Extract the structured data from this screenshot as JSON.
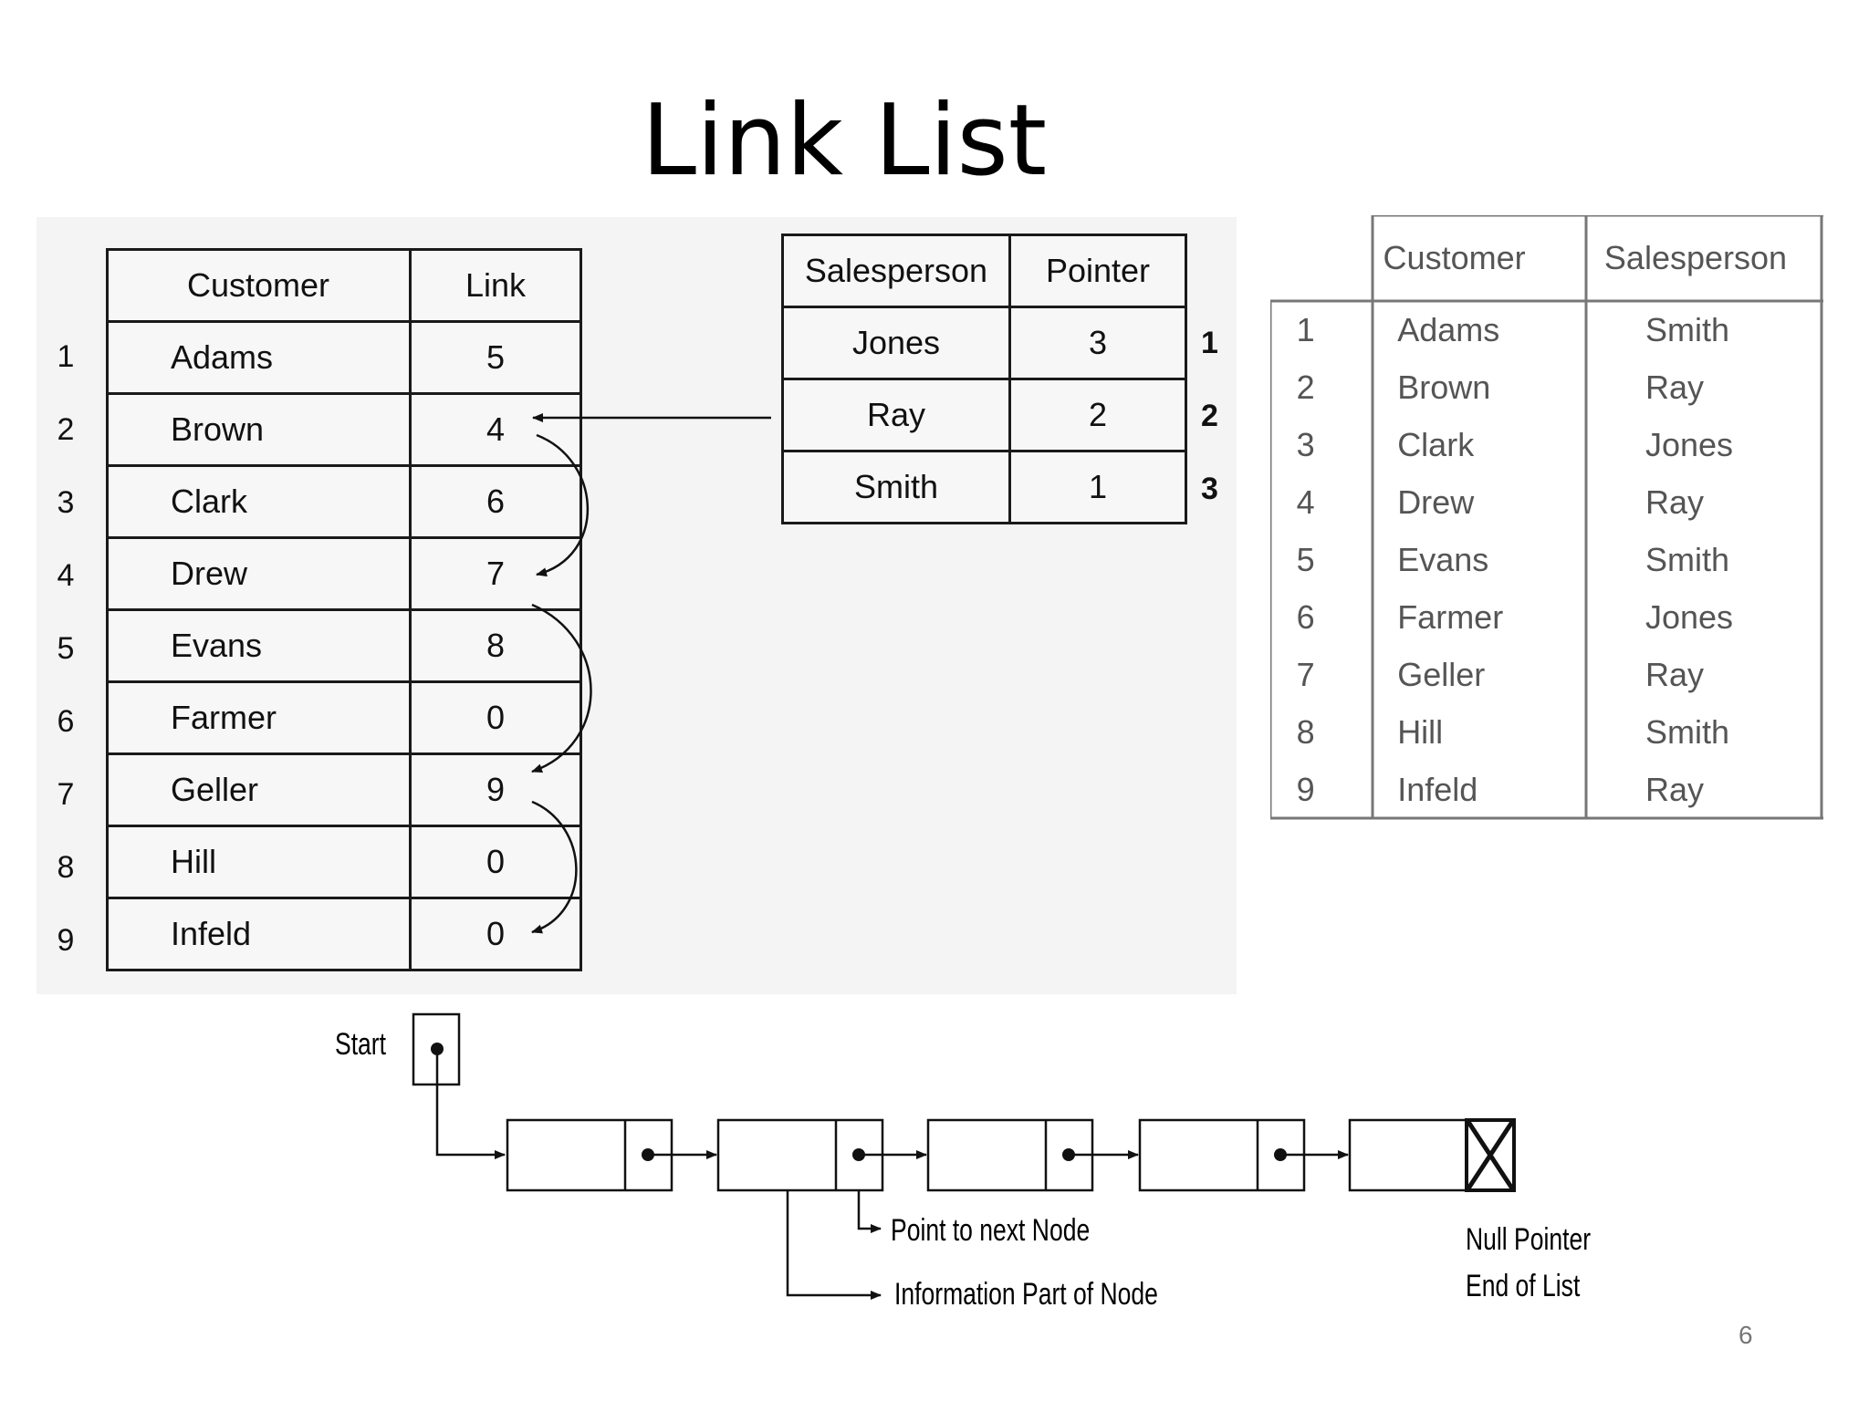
{
  "slide": {
    "title": "Link List",
    "page_number": "6"
  },
  "customer_link_table": {
    "headers": [
      "Customer",
      "Link"
    ],
    "rows": [
      {
        "num": "1",
        "customer": "Adams",
        "link": "5"
      },
      {
        "num": "2",
        "customer": "Brown",
        "link": "4"
      },
      {
        "num": "3",
        "customer": "Clark",
        "link": "6"
      },
      {
        "num": "4",
        "customer": "Drew",
        "link": "7"
      },
      {
        "num": "5",
        "customer": "Evans",
        "link": "8"
      },
      {
        "num": "6",
        "customer": "Farmer",
        "link": "0"
      },
      {
        "num": "7",
        "customer": "Geller",
        "link": "9"
      },
      {
        "num": "8",
        "customer": "Hill",
        "link": "0"
      },
      {
        "num": "9",
        "customer": "Infeld",
        "link": "0"
      }
    ]
  },
  "salesperson_pointer_table": {
    "headers": [
      "Salesperson",
      "Pointer"
    ],
    "rows": [
      {
        "salesperson": "Jones",
        "pointer": "3",
        "num": "1"
      },
      {
        "salesperson": "Ray",
        "pointer": "2",
        "num": "2"
      },
      {
        "salesperson": "Smith",
        "pointer": "1",
        "num": "3"
      }
    ]
  },
  "customer_salesperson_table": {
    "headers": [
      "Customer",
      "Salesperson"
    ],
    "rows": [
      {
        "num": "1",
        "customer": "Adams",
        "salesperson": "Smith"
      },
      {
        "num": "2",
        "customer": "Brown",
        "salesperson": "Ray"
      },
      {
        "num": "3",
        "customer": "Clark",
        "salesperson": "Jones"
      },
      {
        "num": "4",
        "customer": "Drew",
        "salesperson": "Ray"
      },
      {
        "num": "5",
        "customer": "Evans",
        "salesperson": "Smith"
      },
      {
        "num": "6",
        "customer": "Farmer",
        "salesperson": "Jones"
      },
      {
        "num": "7",
        "customer": "Geller",
        "salesperson": "Ray"
      },
      {
        "num": "8",
        "customer": "Hill",
        "salesperson": "Smith"
      },
      {
        "num": "9",
        "customer": "Infeld",
        "salesperson": "Ray"
      }
    ]
  },
  "node_diagram": {
    "start_label": "Start",
    "next_node_label": "Point to next Node",
    "info_part_label": "Information Part of Node",
    "null_pointer_label": "Null Pointer",
    "end_of_list_label": "End of List"
  }
}
